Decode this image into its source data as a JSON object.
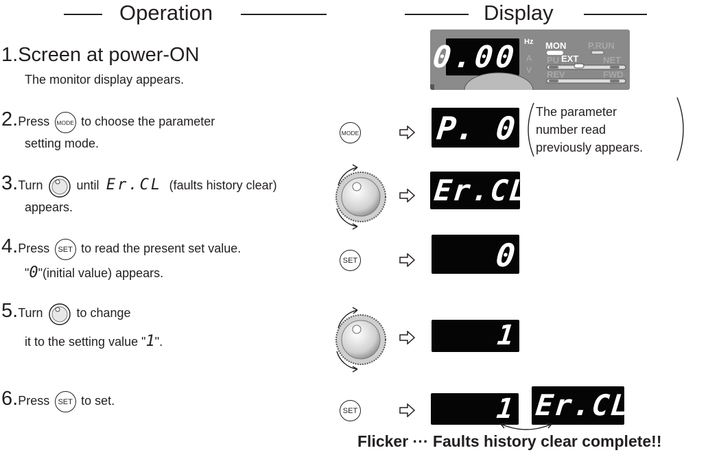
{
  "headers": {
    "operation": "Operation",
    "display": "Display"
  },
  "steps": [
    {
      "num": "1.",
      "title": "Screen at power-ON",
      "sub": "The monitor display appears."
    },
    {
      "num": "2.",
      "pre": "Press",
      "button": "MODE",
      "post": "to choose the parameter",
      "line2": "setting mode."
    },
    {
      "num": "3.",
      "pre": "Turn",
      "mid": "until",
      "code": "Er.CL",
      "post": "(faults history clear)",
      "line2": "appears."
    },
    {
      "num": "4.",
      "pre": "Press",
      "button": "SET",
      "post": "to read the present set value.",
      "line2_q1": "\"",
      "line2_code": "0",
      "line2_q2": "\"(initial value) appears."
    },
    {
      "num": "5.",
      "pre": "Turn",
      "post": "to change",
      "line2": "it to the setting value \"",
      "code": "1",
      "line2_end": "\"."
    },
    {
      "num": "6.",
      "pre": "Press",
      "button": "SET",
      "post": "to set."
    }
  ],
  "panel": {
    "reading": "0.00",
    "units": [
      "Hz",
      "A",
      "V"
    ],
    "mon": "MON",
    "prun": "P.RUN",
    "pu": "PU",
    "ext": "EXT",
    "net": "NET",
    "rev": "REV",
    "fwd": "FWD"
  },
  "displays": {
    "d2_left": "P.",
    "d2_right": "0",
    "d2_note": [
      "The parameter",
      "number read",
      "previously appears."
    ],
    "d3": "Er.CL",
    "d4": "0",
    "d5": "1",
    "d6a": "1",
    "d6b": "Er.CL"
  },
  "buttons": {
    "mode": "MODE",
    "set": "SET"
  },
  "footer": "Flicker ··· Faults history clear complete!!"
}
